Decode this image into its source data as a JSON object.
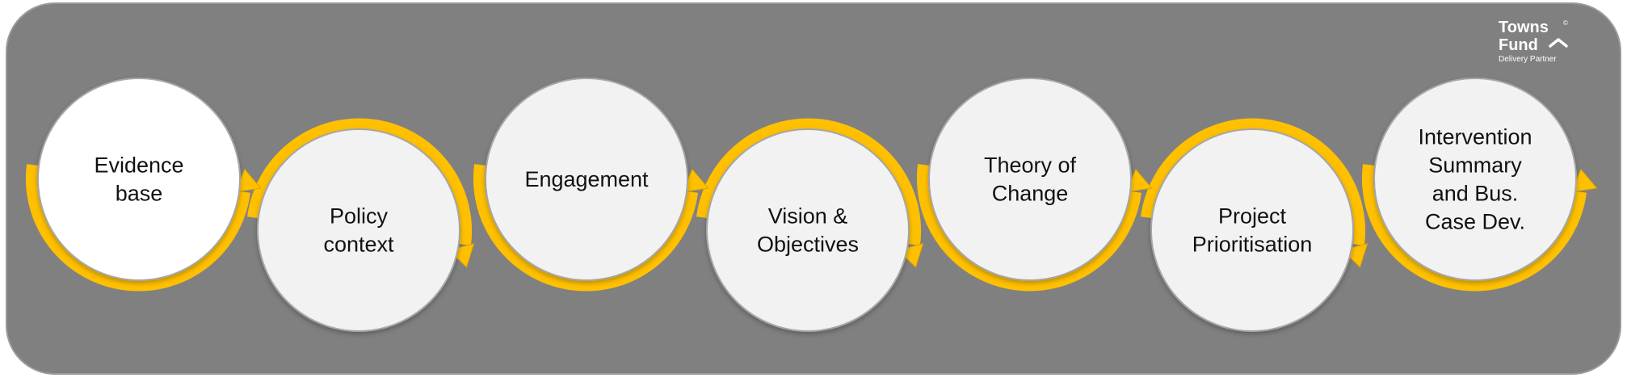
{
  "colors": {
    "panel": "#808080",
    "arrow": "#FFC000",
    "circle_active": "#FFFFFF",
    "circle_default": "#F2F2F2",
    "circle_border": "#A6A6A6",
    "text": "#111111"
  },
  "logo": {
    "line1": "Towns",
    "line2": "Fund",
    "subtitle": "Delivery Partner",
    "mark": "©"
  },
  "steps": [
    {
      "lines": [
        "Evidence",
        "base"
      ],
      "active": true
    },
    {
      "lines": [
        "Policy",
        "context"
      ],
      "active": false
    },
    {
      "lines": [
        "Engagement"
      ],
      "active": false
    },
    {
      "lines": [
        "Vision &",
        "Objectives"
      ],
      "active": false
    },
    {
      "lines": [
        "Theory of",
        "Change"
      ],
      "active": false
    },
    {
      "lines": [
        "Project",
        "Prioritisation"
      ],
      "active": false
    },
    {
      "lines": [
        "Intervention",
        "Summary",
        "and Bus.",
        "Case Dev."
      ],
      "active": false
    }
  ]
}
